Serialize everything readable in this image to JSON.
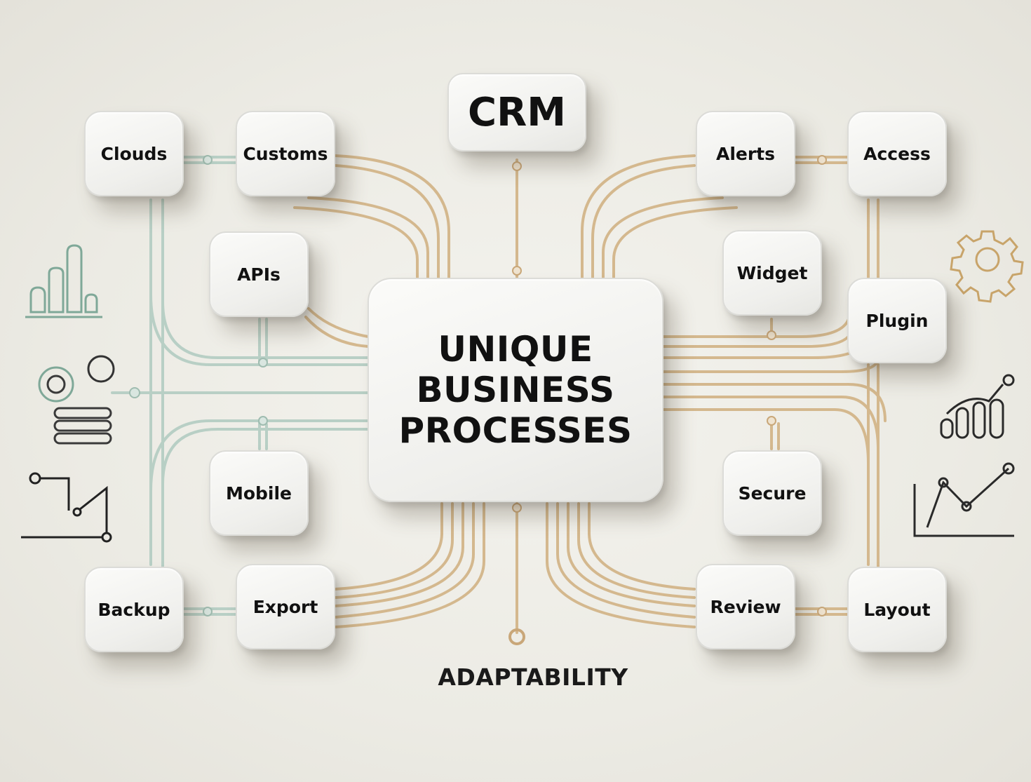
{
  "center": {
    "lines": [
      "UNIQUE",
      "BUSINESS",
      "PROCESSES"
    ]
  },
  "top_node": "CRM",
  "caption": "ADAPTABILITY",
  "nodes": {
    "clouds": "Clouds",
    "customs": "Customs",
    "apis": "APIs",
    "mobile": "Mobile",
    "backup": "Backup",
    "export": "Export",
    "alerts": "Alerts",
    "access": "Access",
    "widget": "Widget",
    "plugin": "Plugin",
    "secure": "Secure",
    "review": "Review",
    "layout": "Layout"
  },
  "colors": {
    "left_wire": "#b9cfc6",
    "right_wire": "#d9b98c",
    "left_icons": "#7fa898",
    "right_icons": "#c8a46a",
    "ink": "#111111"
  },
  "icons": {
    "left": [
      "bottle-bar-chart-icon",
      "gears-and-stack-icon",
      "step-line-chart-icon"
    ],
    "right": [
      "gear-icon",
      "rising-bar-chart-icon",
      "rising-line-chart-icon"
    ]
  }
}
